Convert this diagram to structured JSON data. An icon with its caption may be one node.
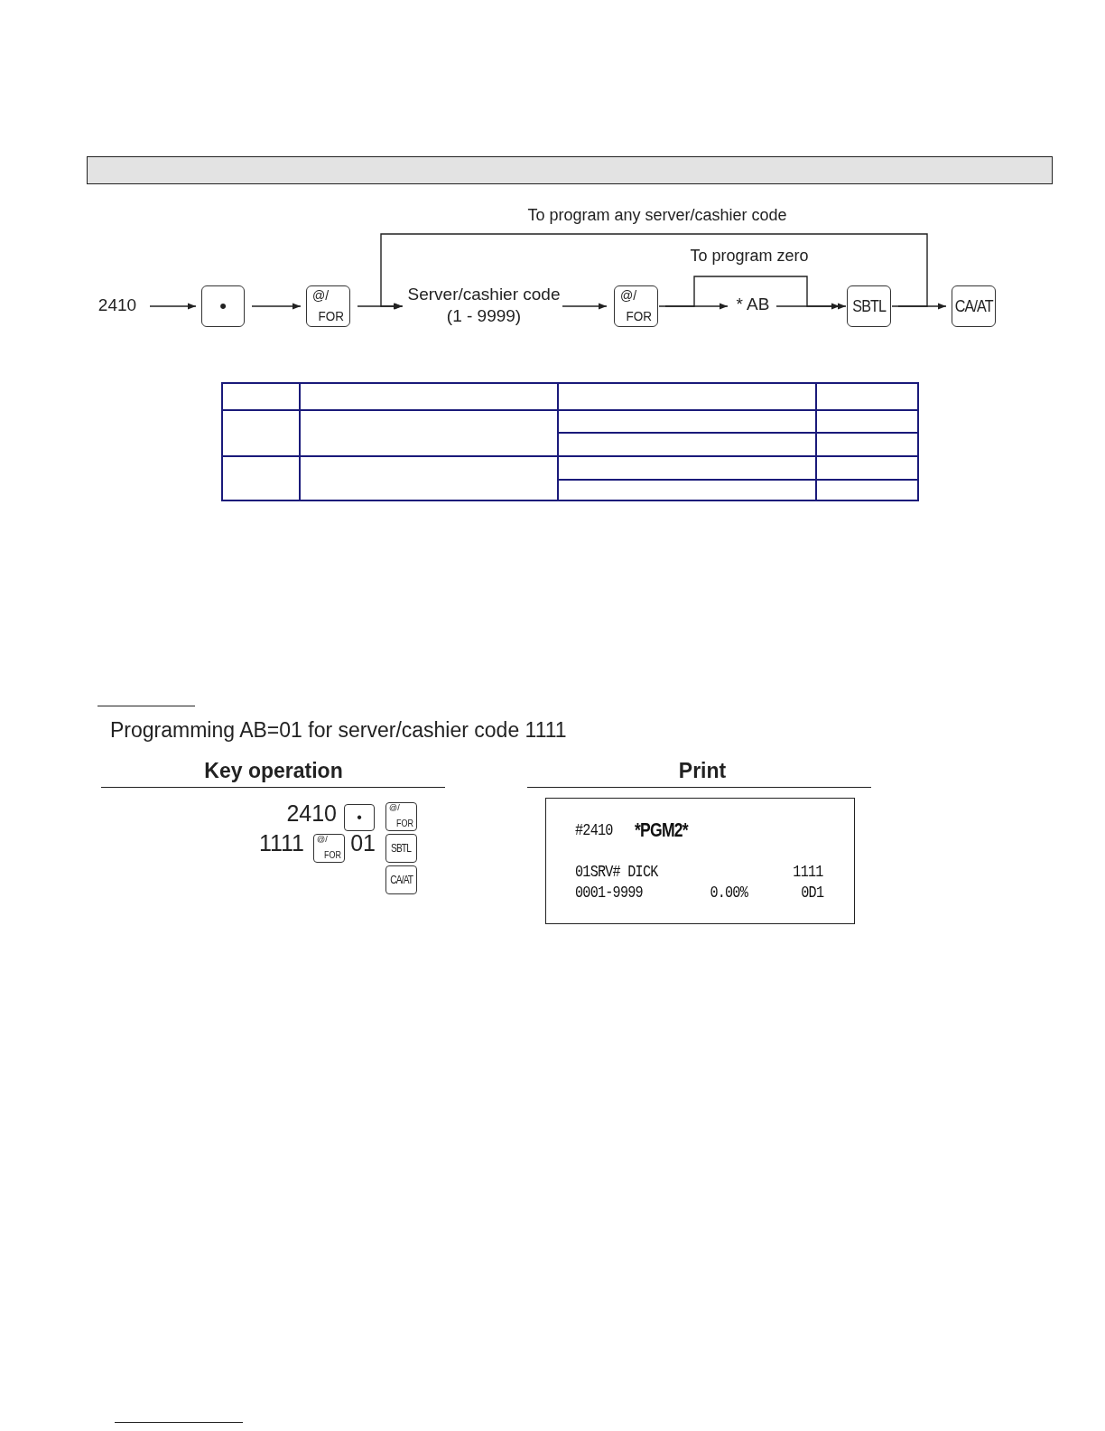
{
  "diagram": {
    "nodes": [
      {
        "text": [
          "2410"
        ]
      },
      {
        "text": [
          "•"
        ]
      },
      {
        "text": [
          "@/",
          "FOR"
        ]
      },
      {
        "text": [
          "Server/cashier code",
          "(1 - 9999)"
        ]
      },
      {
        "text": [
          "@/",
          "FOR"
        ]
      },
      {
        "text": [
          "* AB"
        ]
      },
      {
        "text": [
          "SBTL"
        ]
      },
      {
        "text": [
          "CA/AT"
        ]
      },
      {
        "text": [
          "•"
        ]
      },
      {
        "text": [
          "@/",
          "FOR"
        ]
      },
      {
        "text": [
          "@/",
          "FOR"
        ]
      },
      {
        "text": [
          "SBTL"
        ]
      },
      {
        "text": [
          "CA/AT"
        ]
      },
      {
        "text": [
          "#2410",
          "*PGM2*",
          "01SRV# DICK",
          "1111",
          "0001-9999",
          "0.00%",
          "0D1"
        ]
      }
    ],
    "edges": [
      {
        "from": 0,
        "to": 1,
        "arrow": "to"
      },
      {
        "from": 1,
        "to": 2,
        "arrow": "to"
      },
      {
        "from": 2,
        "to": 3,
        "arrow": "to"
      },
      {
        "from": 3,
        "to": 4,
        "arrow": "to"
      },
      {
        "from": 4,
        "to": 5,
        "arrow": "to"
      },
      {
        "from": 5,
        "to": 6,
        "arrow": "to"
      },
      {
        "from": 6,
        "to": 7,
        "arrow": "to"
      },
      {
        "from": 4,
        "to": 6,
        "arrow": "to",
        "label": "To program zero"
      },
      {
        "from": 6,
        "to": 3,
        "arrow": "to",
        "label": "To program any server/cashier code"
      }
    ],
    "labels": [
      "Programming AB=01 for server/cashier code 1111",
      "Key operation",
      "Print",
      "2410",
      "1111",
      "01"
    ]
  }
}
